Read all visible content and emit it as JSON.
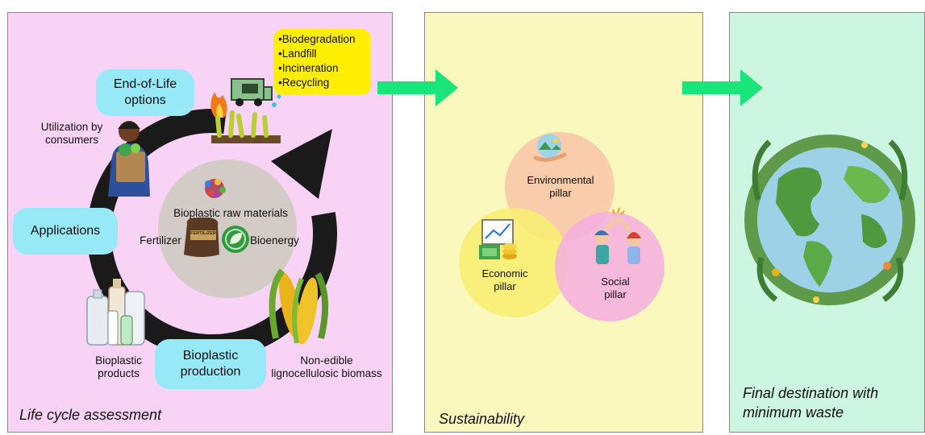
{
  "panels": {
    "lca": {
      "caption": "Life cycle assessment"
    },
    "sustainability": {
      "caption": "Sustainability"
    },
    "final": {
      "caption_line1": "Final destination with",
      "caption_line2": "minimum waste"
    }
  },
  "cycle": {
    "end_of_life_line1": "End-of-Life",
    "end_of_life_line2": "options",
    "applications": "Applications",
    "production_line1": "Bioplastic",
    "production_line2": "production",
    "utilization_line1": "Utilization by",
    "utilization_line2": "consumers",
    "products_line1": "Bioplastic",
    "products_line2": "products",
    "biomass_line1": "Non-edible",
    "biomass_line2": "lignocellulosic biomass",
    "center_raw": "Bioplastic raw materials",
    "center_fertilizer": "Fertilizer",
    "center_bioenergy": "Bioenergy",
    "sack_label": "FERTILIZER"
  },
  "eol_options": [
    "Biodegradation",
    "Landfill",
    "Incineration",
    "Recycling"
  ],
  "pillars": {
    "environmental_line1": "Environmental",
    "environmental_line2": "pillar",
    "economic_line1": "Economic",
    "economic_line2": "pillar",
    "social_line1": "Social",
    "social_line2": "pillar"
  },
  "colors": {
    "lca_bg": "#f9d3f6",
    "sustainability_bg": "#fbf8bd",
    "final_bg": "#ccf6e2",
    "arrow_green": "#19e57a",
    "pill_cyan": "#97e9f7",
    "options_yellow": "#ffee00",
    "env_circle": "#f8c6a8",
    "eco_circle": "#f7ef6e",
    "social_circle": "#f6aee0"
  }
}
